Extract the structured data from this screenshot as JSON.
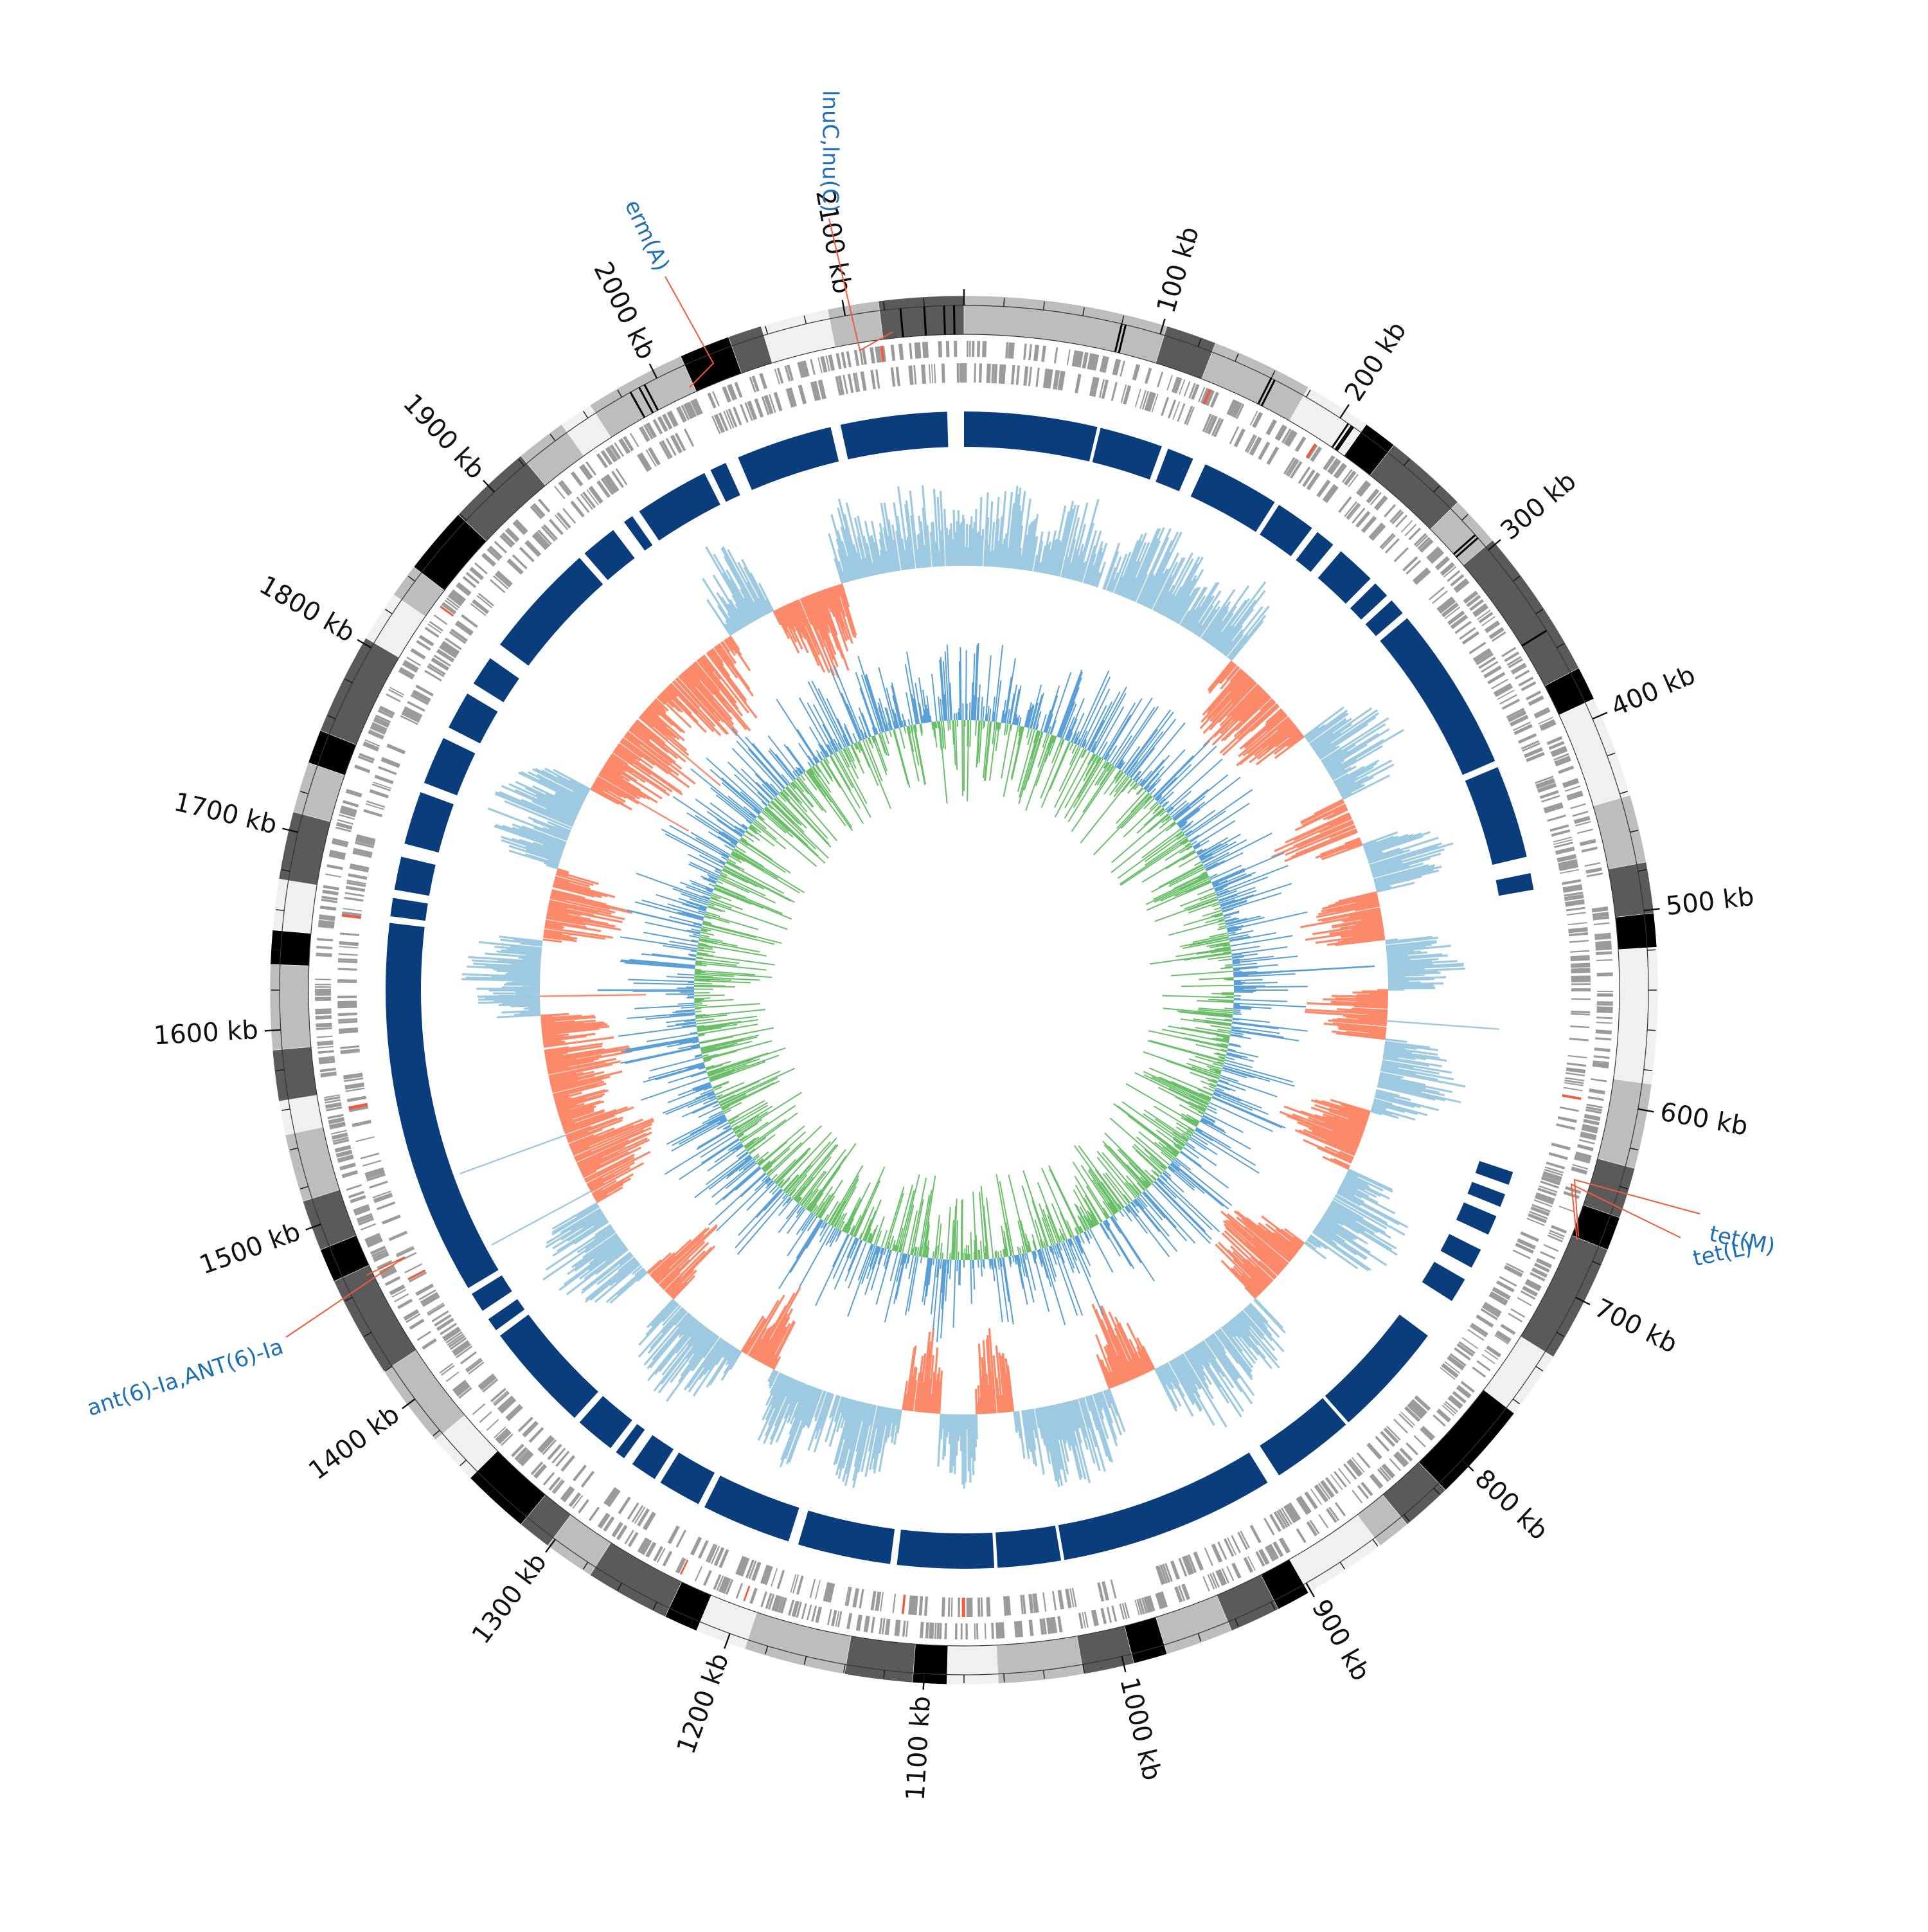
{
  "genome": {
    "length_kb": 2160
  },
  "scale": {
    "unit": "kb",
    "labels": [
      "100 kb",
      "200 kb",
      "300 kb",
      "400 kb",
      "500 kb",
      "600 kb",
      "700 kb",
      "800 kb",
      "900 kb",
      "1000 kb",
      "1100 kb",
      "1200 kb",
      "1300 kb",
      "1400 kb",
      "1500 kb",
      "1600 kb",
      "1700 kb",
      "1800 kb",
      "1900 kb",
      "2000 kb",
      "2100 kb"
    ],
    "positions_kb": [
      100,
      200,
      300,
      400,
      500,
      600,
      700,
      800,
      900,
      1000,
      1100,
      1200,
      1300,
      1400,
      1500,
      1600,
      1700,
      1800,
      1900,
      2000,
      2100
    ]
  },
  "genes": [
    {
      "label": "lnuC,lnu(C)",
      "position_kb": 2123
    },
    {
      "label": "erm(A)",
      "position_kb": 2013
    },
    {
      "label": "tet(M)",
      "position_kb": 671
    },
    {
      "label": "tet(L)",
      "position_kb": 673
    },
    {
      "label": "ant(6)-Ia,ANT(6)-Ia",
      "position_kb": 1467
    }
  ],
  "colors": {
    "label": "#1f6fb4",
    "leader": "#f05a3c",
    "cds": "#9b9b9b",
    "cds_highlight": "#f05a3c",
    "blocks": "#0a3d7c",
    "gc_pos": "#9ecae1",
    "gc_neg": "#fc8a6a",
    "skew_pos": "#5aa0d6",
    "skew_neg": "#6bbf6b"
  },
  "contig_shades": [
    "#bdbdbd",
    "#5a5a5a",
    "#bdbdbd",
    "#f0f0f0",
    "#000000",
    "#5a5a5a",
    "#bdbdbd",
    "#5a5a5a",
    "#000000",
    "#f0f0f0",
    "#bdbdbd",
    "#5a5a5a",
    "#000000",
    "#f0f0f0",
    "#bdbdbd",
    "#5a5a5a",
    "#000000",
    "#5a5a5a",
    "#f0f0f0",
    "#000000",
    "#5a5a5a",
    "#bdbdbd",
    "#f0f0f0",
    "#000000",
    "#5a5a5a",
    "#bdbdbd",
    "#000000",
    "#5a5a5a",
    "#bdbdbd",
    "#f0f0f0",
    "#000000",
    "#5a5a5a",
    "#bdbdbd",
    "#f0f0f0",
    "#000000",
    "#5a5a5a",
    "#bdbdbd",
    "#5a5a5a",
    "#000000",
    "#f0f0f0",
    "#bdbdbd",
    "#5a5a5a",
    "#000000",
    "#5a5a5a",
    "#bdbdbd",
    "#f0f0f0",
    "#5a5a5a",
    "#bdbdbd",
    "#000000",
    "#f0f0f0",
    "#5a5a5a",
    "#bdbdbd",
    "#000000",
    "#5a5a5a",
    "#f0f0f0",
    "#bdbdbd",
    "#000000",
    "#5a5a5a",
    "#bdbdbd",
    "#f0f0f0",
    "#bdbdbd",
    "#000000",
    "#5a5a5a",
    "#f0f0f0",
    "#bdbdbd",
    "#5a5a5a"
  ],
  "contig_sizes": [
    12,
    3,
    6,
    4,
    2,
    5,
    3,
    9,
    2,
    6,
    4,
    3,
    2,
    8,
    5,
    3,
    2,
    7,
    4,
    6,
    3,
    2,
    5,
    2,
    3,
    4,
    2,
    3,
    5,
    3,
    2,
    4,
    6,
    3,
    2,
    5,
    3,
    2,
    4,
    3,
    5,
    6,
    2,
    3,
    4,
    2,
    3,
    5,
    2,
    3,
    4,
    3,
    2,
    6,
    3,
    2,
    4,
    5,
    3,
    2,
    6,
    3,
    2,
    4,
    3,
    5
  ]
}
